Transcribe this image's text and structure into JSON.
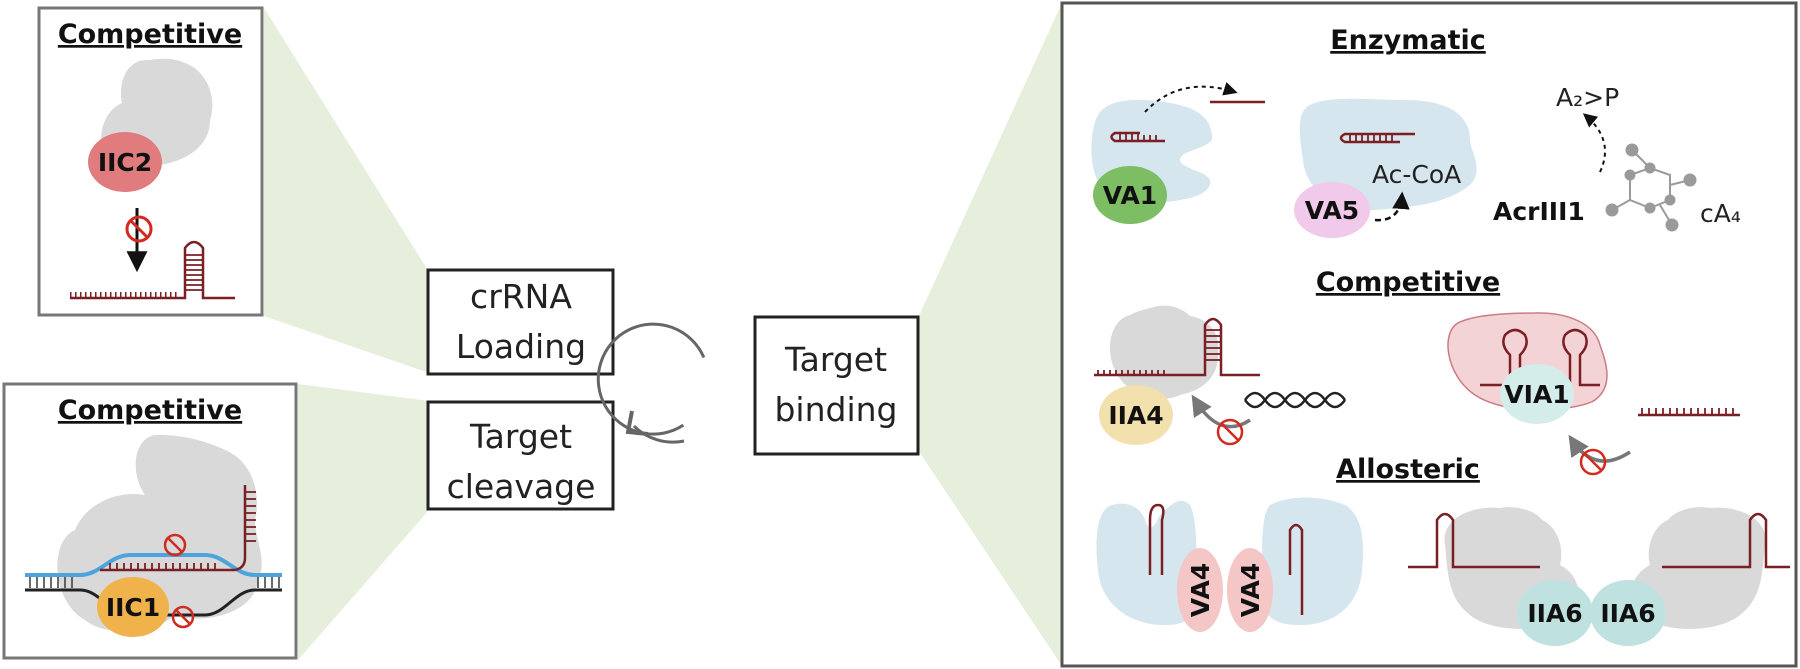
{
  "stages": {
    "crrna_loading": [
      "crRNA",
      "Loading"
    ],
    "target_cleavage": [
      "Target",
      "cleavage"
    ],
    "target_binding": [
      "Target",
      "binding"
    ]
  },
  "panel_top_left": {
    "title": "Competitive",
    "protein": "IIC2"
  },
  "panel_bottom_left": {
    "title": "Competitive",
    "protein": "IIC1"
  },
  "panel_right": {
    "enzymatic": {
      "title": "Enzymatic",
      "va1": "VA1",
      "va5": "VA5",
      "acoa": "Ac-CoA",
      "acriii1": "AcrIII1",
      "a2p": "A₂>P",
      "ca4": "cA₄"
    },
    "competitive": {
      "title": "Competitive",
      "iia4": "IIA4",
      "via1": "VIA1"
    },
    "allosteric": {
      "title": "Allosteric",
      "va4_a": "VA4",
      "va4_b": "VA4",
      "iia6_a": "IIA6",
      "iia6_b": "IIA6"
    }
  },
  "colors": {
    "rna": "#7a1f24",
    "dna_blue": "#4da3dc",
    "cas_grey": "#d9d9d9",
    "cas_blue": "#d6e6ee",
    "iic2": "#e07b7e",
    "iic1": "#f0b24a",
    "va1": "#7dbd63",
    "va5": "#f1c9ea",
    "iia4": "#f3e1ad",
    "via1": "#d4ecea",
    "via1_body": "#f4d3d6",
    "va4": "#f4c6c6",
    "iia6": "#bfe2e0",
    "inhibit": "#d22a1e",
    "wedge": "#e6eedc"
  }
}
